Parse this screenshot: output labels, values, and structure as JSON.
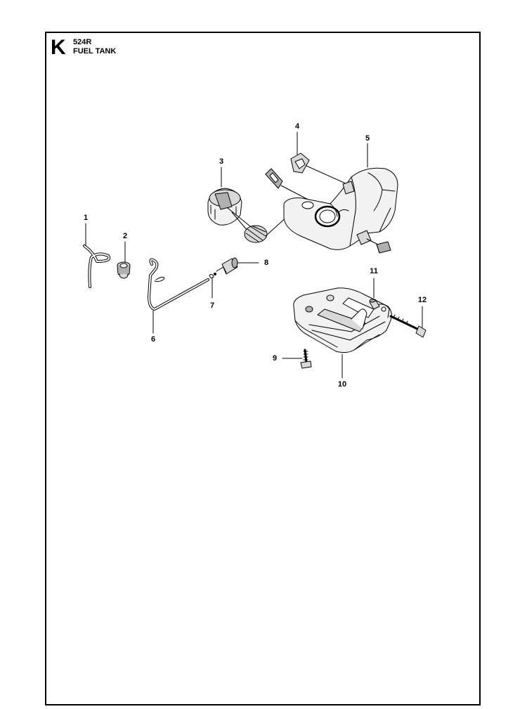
{
  "header": {
    "section_letter": "K",
    "model": "524R",
    "title": "FUEL TANK"
  },
  "callouts": [
    {
      "id": "part-1",
      "label": "1"
    },
    {
      "id": "part-2",
      "label": "2"
    },
    {
      "id": "part-3",
      "label": "3"
    },
    {
      "id": "part-4",
      "label": "4"
    },
    {
      "id": "part-5",
      "label": "5"
    },
    {
      "id": "part-6",
      "label": "6"
    },
    {
      "id": "part-7",
      "label": "7"
    },
    {
      "id": "part-8",
      "label": "8"
    },
    {
      "id": "part-9",
      "label": "9"
    },
    {
      "id": "part-10",
      "label": "10"
    },
    {
      "id": "part-11",
      "label": "11"
    },
    {
      "id": "part-12",
      "label": "12"
    }
  ],
  "colors": {
    "line": "#000000",
    "fill_light": "#f2f2f2",
    "fill_mid": "#d9d9d9",
    "fill_dark": "#b0b0b0"
  }
}
